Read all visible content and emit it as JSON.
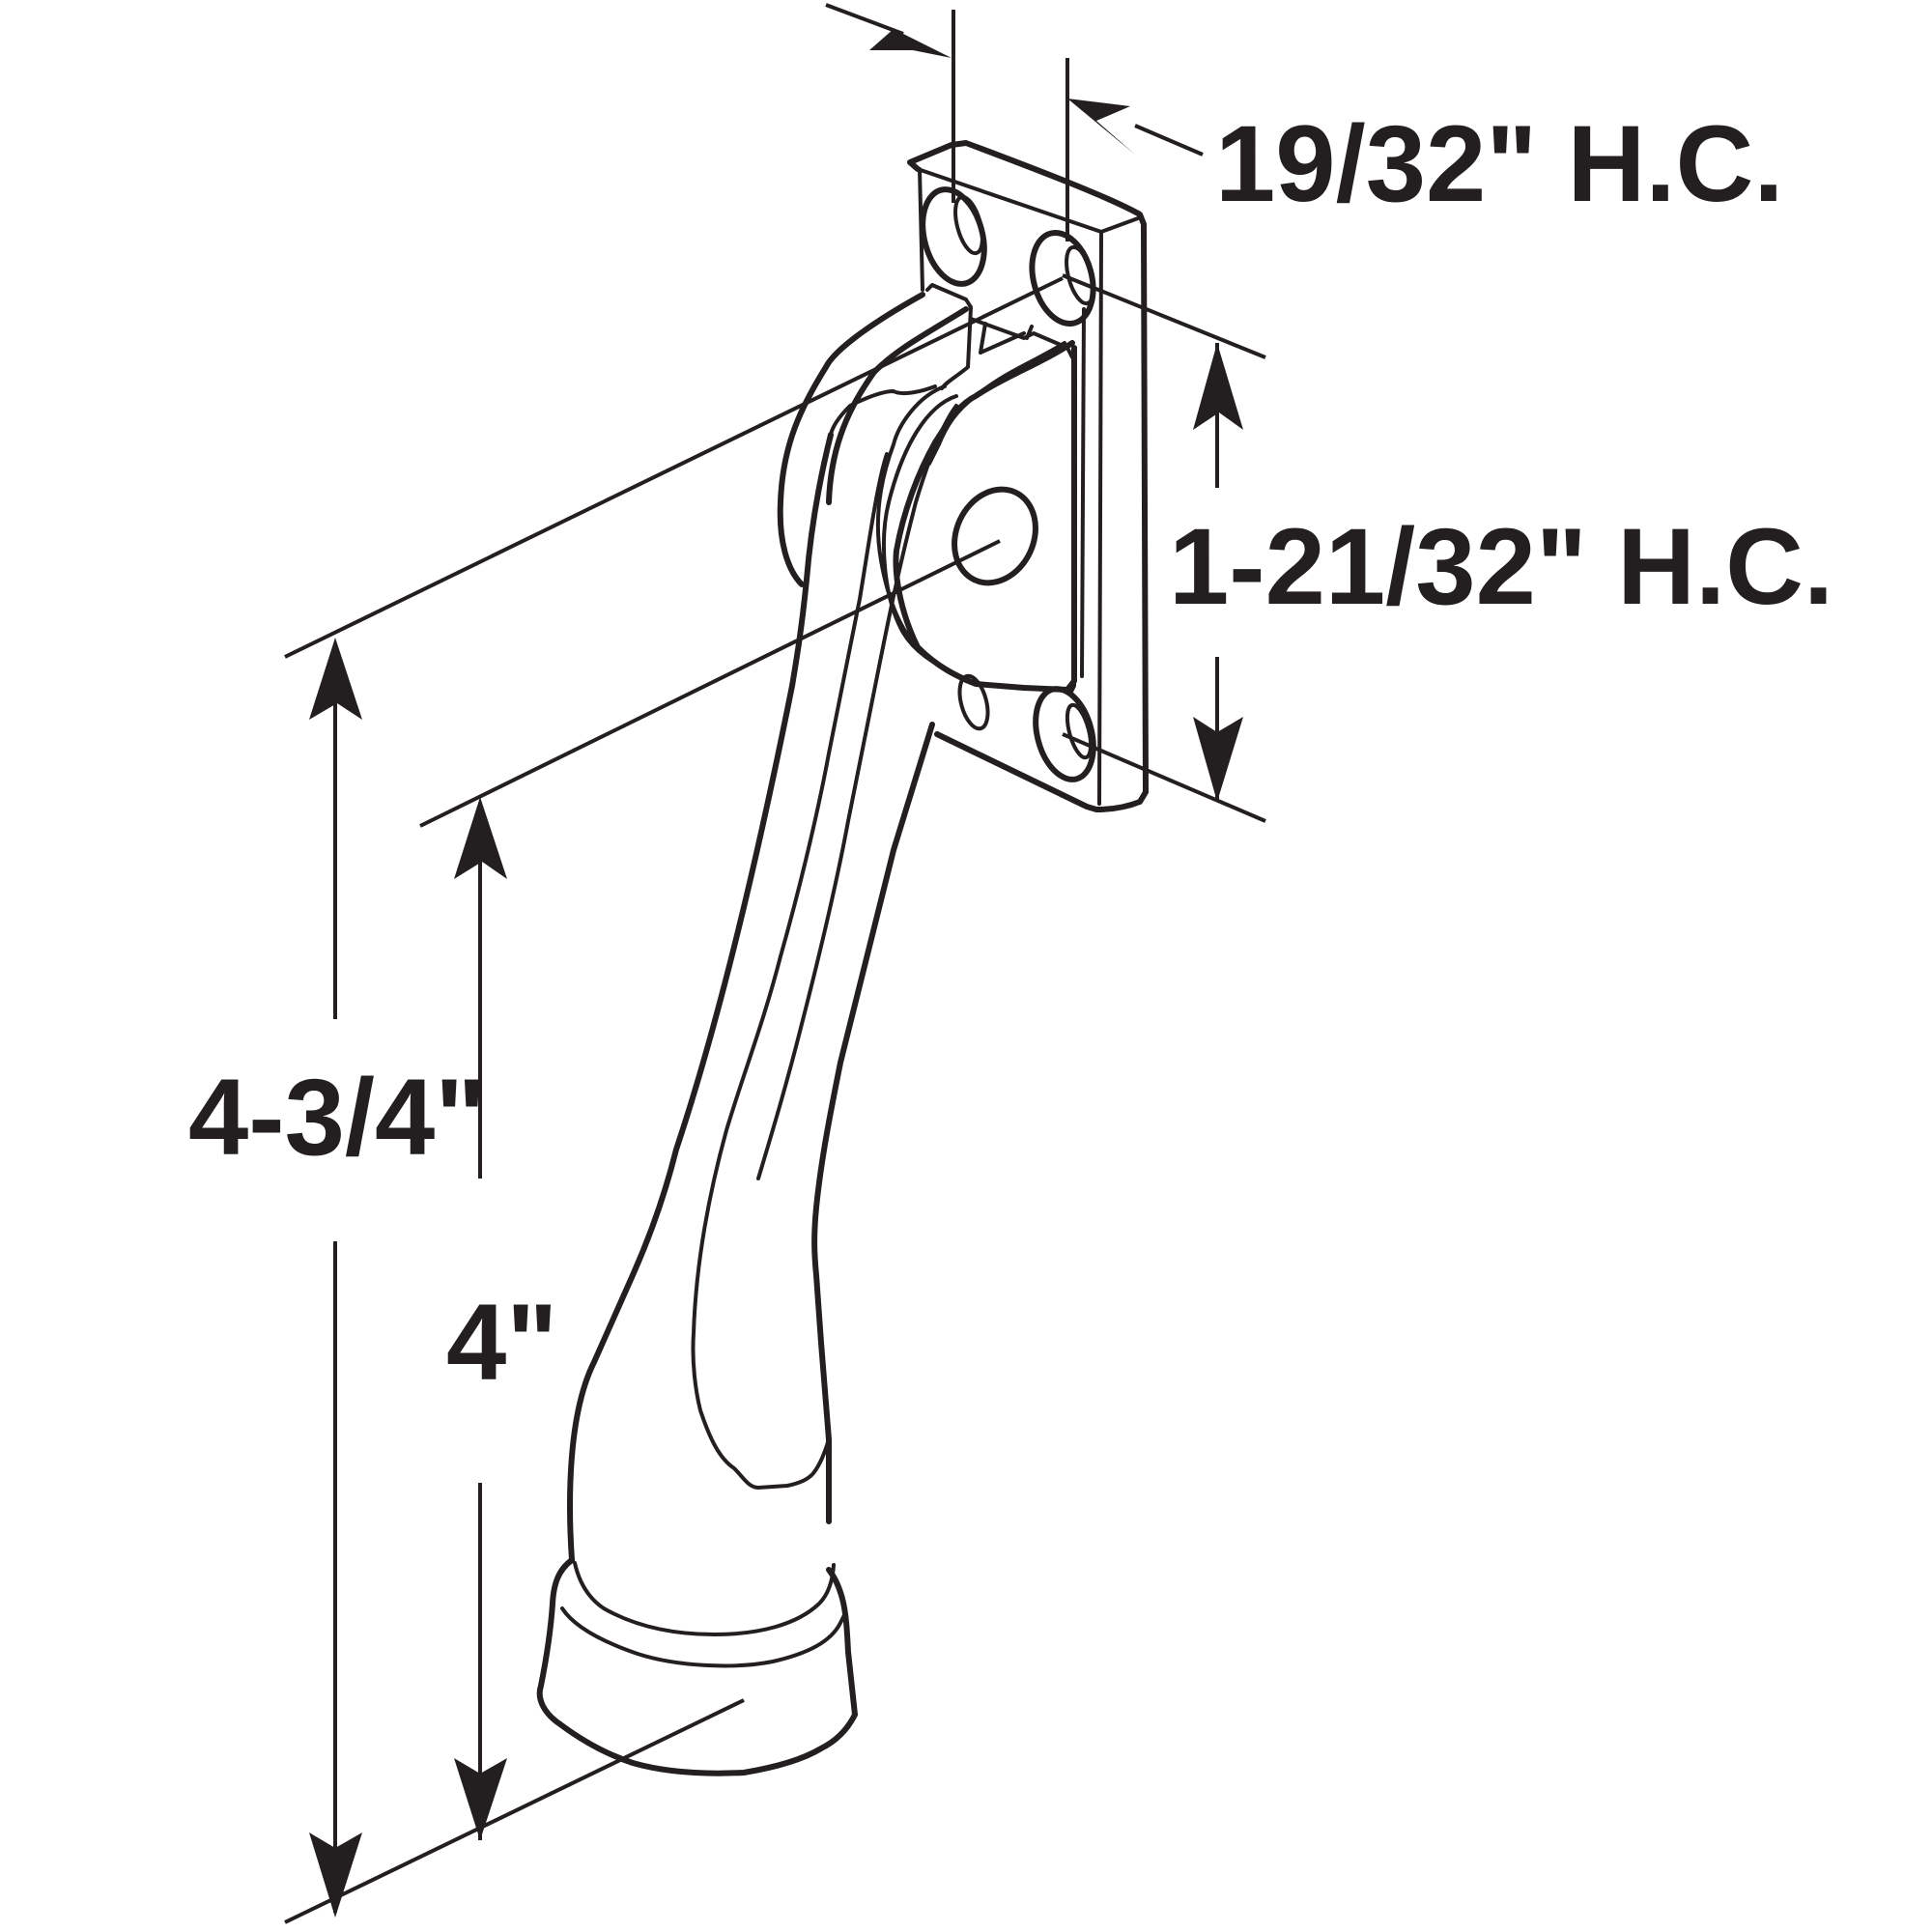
{
  "diagram": {
    "dimensions": {
      "hole_center_top": "19/32\" H.C.",
      "hole_center_side": "1-21/32\" H.C.",
      "overall_height": "4-3/4\"",
      "height_to_lower_hole": "4\""
    }
  }
}
